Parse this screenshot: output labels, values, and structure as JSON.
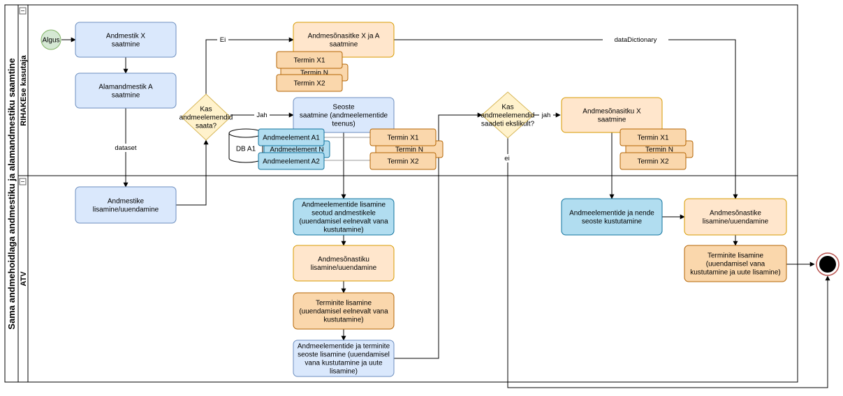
{
  "pool": {
    "title": "Sama andmehoidlaga andmestiku ja alamandmestiku saamtine",
    "lanes": [
      {
        "id": "lane-rihake",
        "title": "RIHAKEse kasutaja"
      },
      {
        "id": "lane-atv",
        "title": "ATV"
      }
    ]
  },
  "colors": {
    "blue_fill": "#dae8fc",
    "blue_stroke": "#6c8ebf",
    "blue_dark_fill": "#b1ddf0",
    "blue_dark_stroke": "#10739e",
    "orange_fill": "#ffe6cc",
    "orange_stroke": "#d79b00",
    "orange_dark_fill": "#fad7ac",
    "orange_dark_stroke": "#b46504",
    "yellow_fill": "#fff2cc",
    "yellow_stroke": "#d6b656",
    "green_fill": "#d5e8d4",
    "green_stroke": "#82b366",
    "end_stroke": "#b85450"
  },
  "nodes": {
    "start": {
      "label": "Algus"
    },
    "n_andmestik_saatmine": {
      "lines": [
        "Andmestik X",
        "saatmine"
      ]
    },
    "n_alamandmestik": {
      "lines": [
        "Alamandmestik A",
        "saatmine"
      ]
    },
    "gw_saata": {
      "lines": [
        "Kas",
        "andmeelemendid",
        "saata?"
      ]
    },
    "n_sonastik_xa": {
      "lines": [
        "Andmesõnasitke X ja A",
        "saatmine"
      ]
    },
    "t_x1_a": {
      "label": "Termin X1"
    },
    "t_n_a": {
      "label": "Termin N"
    },
    "t_x2_a": {
      "label": "Termin X2"
    },
    "n_seoste": {
      "lines": [
        "Seoste",
        "saatmine (andmeelementide",
        "teenus)"
      ]
    },
    "db_a1": {
      "label": "DB A1"
    },
    "ae_a1": {
      "label": "Andmeelement A1"
    },
    "ae_n": {
      "label": "Andmeelement N"
    },
    "ae_a2": {
      "label": "Andmeelement A2"
    },
    "t_x1_b": {
      "label": "Termin X1"
    },
    "t_n_b": {
      "label": "Termin N"
    },
    "t_x2_b": {
      "label": "Termin X2"
    },
    "gw_ekslik": {
      "lines": [
        "Kas",
        "andmeelemendid",
        "saadeti ekslikult?"
      ]
    },
    "n_sonasitku_x": {
      "lines": [
        "Andmesõnasitku X",
        "saatmine"
      ]
    },
    "t_x1_c": {
      "label": "Termin X1"
    },
    "t_n_c": {
      "label": "Termin N"
    },
    "t_x2_c": {
      "label": "Termin X2"
    },
    "n_andmestike_lis": {
      "lines": [
        "Andmestike",
        "lisamine/uuendamine"
      ]
    },
    "n_ae_lisamine": {
      "lines": [
        "Andmeelementide lisamine",
        "seotud andmestikele",
        "(uuendamisel eelnevalt vana",
        "kustutamine)"
      ]
    },
    "n_sonastiku_lis": {
      "lines": [
        "Andmesõnastiku",
        "lisamine/uuendamine"
      ]
    },
    "n_terminite_lis_1": {
      "lines": [
        "Terminite lisamine",
        "(uuendamisel eelnevalt vana",
        "kustutamine)"
      ]
    },
    "n_ae_terminite_seoste": {
      "lines": [
        "Andmeelementide ja terminite",
        "seoste lisamine (uuendamisel",
        "vana kustutamine ja uute",
        "lisamine)"
      ]
    },
    "n_ae_kustutamine": {
      "lines": [
        "Andmeelementide ja nende",
        "seoste kustutamine"
      ]
    },
    "n_sonastike_lis": {
      "lines": [
        "Andmesõnastike",
        "lisamine/uuendamine"
      ]
    },
    "n_terminite_lis_2": {
      "lines": [
        "Terminite lisamine",
        "(uuendamisel vana",
        "kustutamine ja uute lisamine)"
      ]
    }
  },
  "edge_labels": {
    "ei": "Ei",
    "jah": "Jah",
    "dataset": "dataset",
    "dataDictionary": "dataDictionary",
    "jah_lower": "jah",
    "ei_lower": "ei"
  }
}
